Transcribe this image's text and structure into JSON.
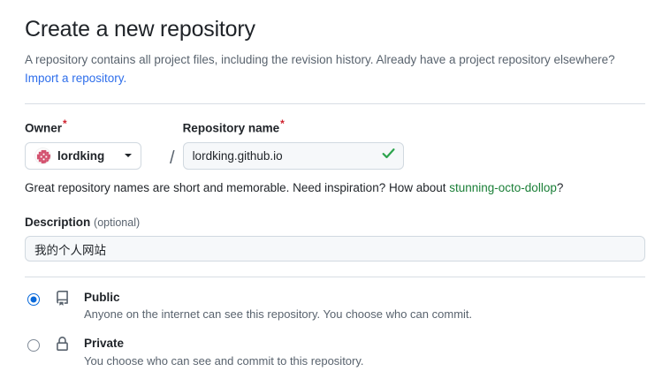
{
  "header": {
    "title": "Create a new repository",
    "subtitle": "A repository contains all project files, including the revision history. Already have a project repository elsewhere?",
    "import_link": "Import a repository."
  },
  "form": {
    "owner": {
      "label": "Owner",
      "required_mark": "*",
      "value": "lordking",
      "avatar_color": "#d3526f",
      "avatar_bg": "#ffffff",
      "caret_icon": "chevron-down-icon"
    },
    "separator": "/",
    "repository_name": {
      "label": "Repository name",
      "required_mark": "*",
      "value": "lordking.github.io",
      "placeholder": "",
      "valid_icon": "check-icon",
      "valid_color": "#2da44e"
    },
    "hint": {
      "text_before": "Great repository names are short and memorable. Need inspiration? How about ",
      "suggestion": "stunning-octo-dollop",
      "text_after": "?",
      "suggestion_color": "#1a7f37"
    },
    "description": {
      "label": "Description",
      "optional_label": "(optional)",
      "value": "我的个人网站",
      "placeholder": ""
    }
  },
  "visibility": {
    "options": [
      {
        "id": "public",
        "title": "Public",
        "description": "Anyone on the internet can see this repository. You choose who can commit.",
        "icon": "repo-icon",
        "selected": true
      },
      {
        "id": "private",
        "title": "Private",
        "description": "You choose who can see and commit to this repository.",
        "icon": "lock-icon",
        "selected": false
      }
    ]
  },
  "colors": {
    "accent_blue": "#0969da",
    "link_blue": "#2f6feb",
    "green": "#1a7f37",
    "red": "#cf222e",
    "text": "#1f2328",
    "muted": "#59636e",
    "border": "#d1d9e0",
    "divider": "#d8dee4",
    "input_bg": "#f6f8fa"
  }
}
